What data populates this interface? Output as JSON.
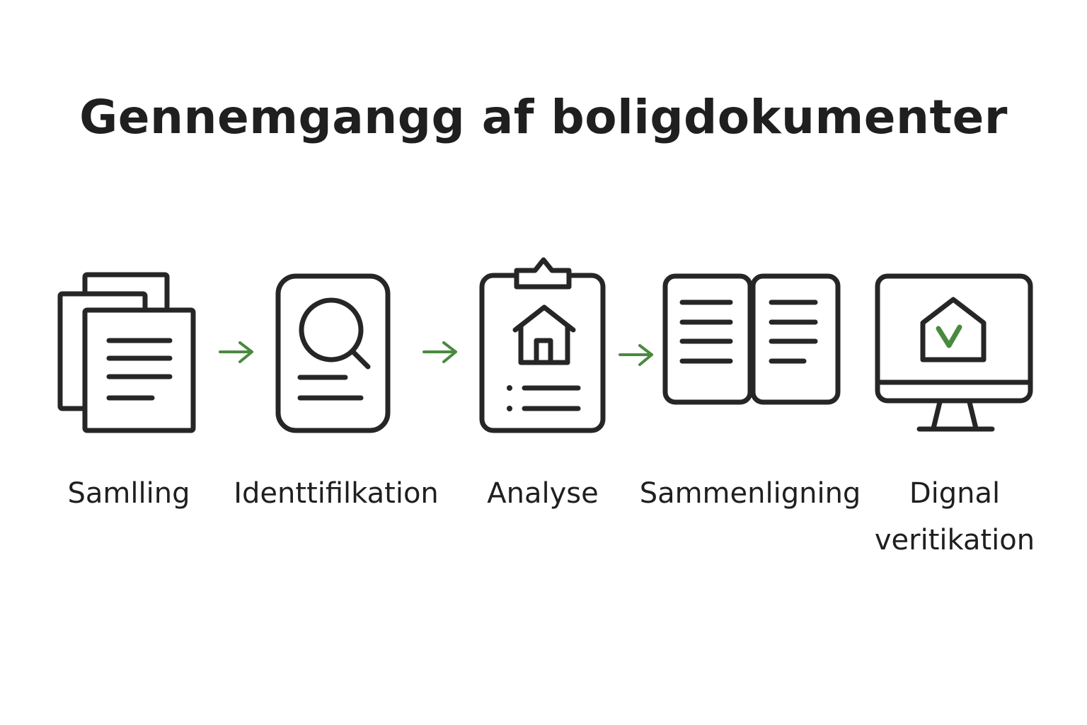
{
  "title": "Gennemgangg af boligdokumenter",
  "accent_color": "#4a8a3f",
  "stroke_color": "#262626",
  "steps": [
    {
      "label": "Samlling",
      "icon": "stacked-documents-icon"
    },
    {
      "label": "Identtifilkation",
      "icon": "document-search-icon"
    },
    {
      "label": "Analyse",
      "icon": "clipboard-house-icon"
    },
    {
      "label": "Sammenligning",
      "icon": "open-book-icon"
    },
    {
      "label_line1": "Dignal",
      "label_line2": "veritikation",
      "icon": "monitor-house-check-icon"
    }
  ],
  "arrows": [
    "arrow-right-icon",
    "arrow-right-icon",
    "arrow-right-icon"
  ]
}
